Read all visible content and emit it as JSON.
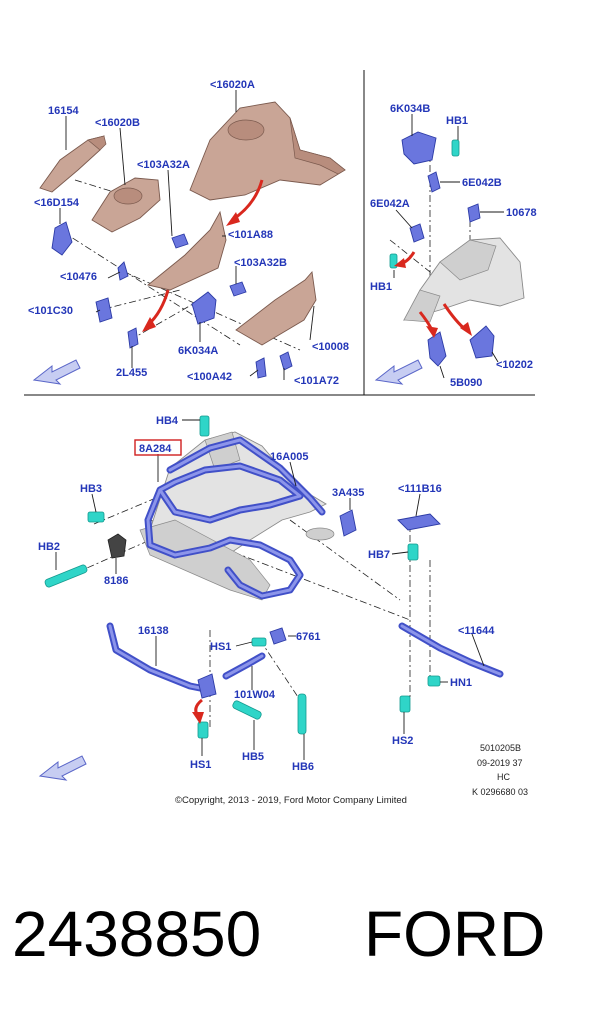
{
  "diagram": {
    "top_left_labels": [
      "16154",
      "<16020B",
      "<16020A",
      "<103A32A",
      "<16D154",
      "<101A88",
      "<10476",
      "<103A32B",
      "<101C30",
      "6K034A",
      "<10008",
      "2L455",
      "<100A42",
      "<101A72"
    ],
    "top_right_labels": [
      "6K034B",
      "HB1",
      "6E042B",
      "10678",
      "6E042A",
      "HB1",
      "<10202",
      "5B090"
    ],
    "bottom_labels": [
      "HB4",
      "8A284",
      "16A005",
      "3A435",
      "HB3",
      "<111B16",
      "HB2",
      "HB7",
      "8186",
      "16138",
      "<11644",
      "HS1",
      "6761",
      "101W04",
      "HN1",
      "HS2",
      "HS1",
      "HB5",
      "HB6"
    ],
    "highlighted_label": "8A284"
  },
  "meta": {
    "illustration_code": "5010205B",
    "date_code": "09-2019 37",
    "hc": "HC",
    "k_number": "K 0296680 03",
    "copyright": "©Copyright, 2013 - 2019, Ford Motor Company Limited"
  },
  "footer": {
    "part_number": "2438850",
    "brand": "FORD"
  },
  "colors": {
    "callout": "#2336b8",
    "highlight_box": "#d02020",
    "part_rust": "#c9a596",
    "part_blue": "#6a76de",
    "fastener_teal": "#2fd5c8"
  }
}
